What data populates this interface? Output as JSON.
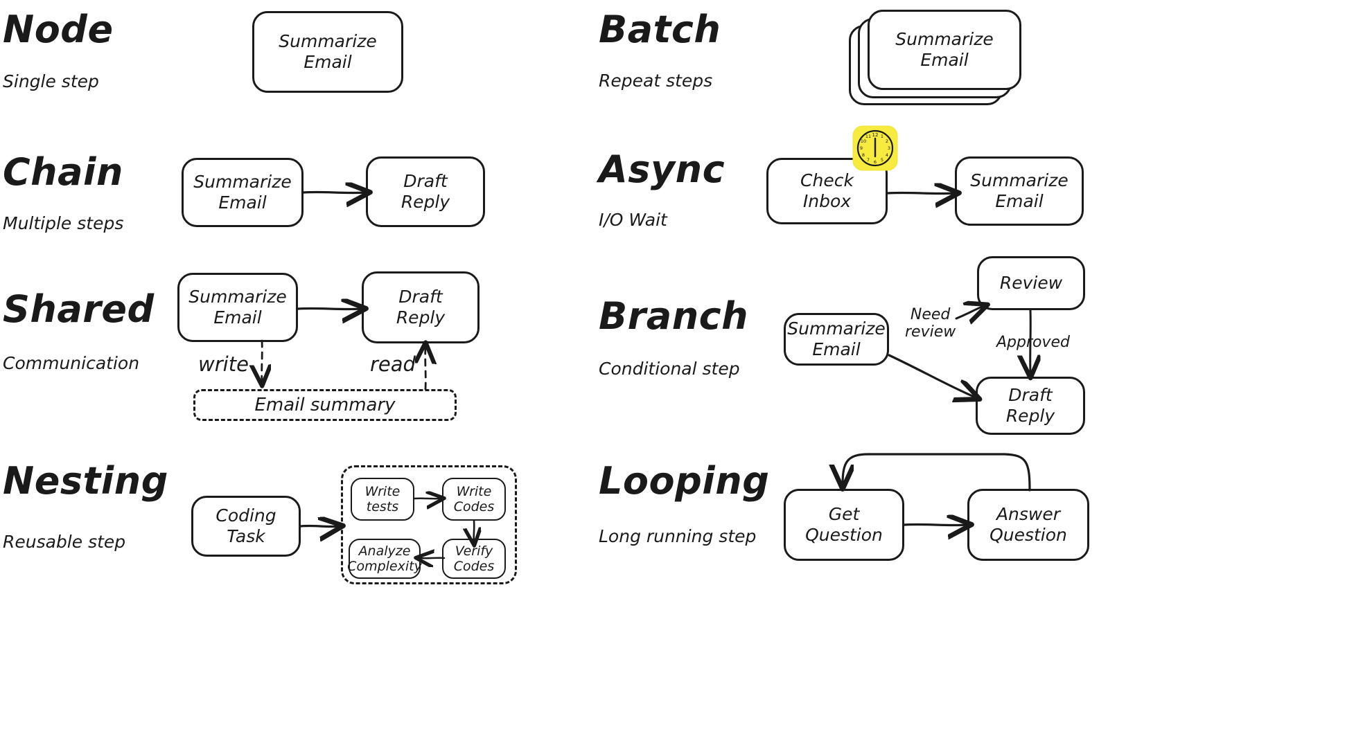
{
  "page": {
    "background": "#ffffff",
    "ink": "#1a1a1a",
    "accent_yellow": "#f7eb3f"
  },
  "sections": [
    {
      "id": "node",
      "title": "Node",
      "subtitle": "Single step",
      "nodes": [
        {
          "id": "summarize-email",
          "label": "Summarize\nEmail"
        }
      ],
      "edges": []
    },
    {
      "id": "batch",
      "title": "Batch",
      "subtitle": "Repeat steps",
      "nodes": [
        {
          "id": "summarize-email",
          "label": "Summarize\nEmail",
          "stacked": 3
        }
      ],
      "edges": []
    },
    {
      "id": "chain",
      "title": "Chain",
      "subtitle": "Multiple steps",
      "nodes": [
        {
          "id": "summarize-email",
          "label": "Summarize\nEmail"
        },
        {
          "id": "draft-reply",
          "label": "Draft\nReply"
        }
      ],
      "edges": [
        {
          "from": "summarize-email",
          "to": "draft-reply",
          "label": ""
        }
      ]
    },
    {
      "id": "async",
      "title": "Async",
      "subtitle": "I/O Wait",
      "nodes": [
        {
          "id": "check-inbox",
          "label": "Check\nInbox",
          "badge": "clock-icon"
        },
        {
          "id": "summarize-email",
          "label": "Summarize\nEmail"
        }
      ],
      "edges": [
        {
          "from": "check-inbox",
          "to": "summarize-email",
          "label": ""
        }
      ]
    },
    {
      "id": "shared",
      "title": "Shared",
      "subtitle": "Communication",
      "nodes": [
        {
          "id": "summarize-email",
          "label": "Summarize\nEmail"
        },
        {
          "id": "draft-reply",
          "label": "Draft\nReply"
        },
        {
          "id": "email-summary",
          "label": "Email summary",
          "style": "dashed-store"
        }
      ],
      "edges": [
        {
          "from": "summarize-email",
          "to": "draft-reply",
          "label": ""
        },
        {
          "from": "summarize-email",
          "to": "email-summary",
          "label": "write",
          "style": "dashed"
        },
        {
          "from": "email-summary",
          "to": "draft-reply",
          "label": "read",
          "style": "dashed"
        }
      ]
    },
    {
      "id": "branch",
      "title": "Branch",
      "subtitle": "Conditional step",
      "nodes": [
        {
          "id": "summarize-email",
          "label": "Summarize\nEmail"
        },
        {
          "id": "review",
          "label": "Review"
        },
        {
          "id": "draft-reply",
          "label": "Draft\nReply"
        }
      ],
      "edges": [
        {
          "from": "summarize-email",
          "to": "review",
          "label": "Need\nreview"
        },
        {
          "from": "review",
          "to": "draft-reply",
          "label": "Approved"
        },
        {
          "from": "summarize-email",
          "to": "draft-reply",
          "label": ""
        }
      ]
    },
    {
      "id": "nesting",
      "title": "Nesting",
      "subtitle": "Reusable step",
      "nodes": [
        {
          "id": "coding-task",
          "label": "Coding\nTask"
        },
        {
          "id": "write-tests",
          "label": "Write\ntests",
          "size": "small",
          "group": "subflow"
        },
        {
          "id": "write-codes",
          "label": "Write\nCodes",
          "size": "small",
          "group": "subflow"
        },
        {
          "id": "verify-codes",
          "label": "Verify\nCodes",
          "size": "small",
          "group": "subflow"
        },
        {
          "id": "analyze-complexity",
          "label": "Analyze\nComplexity",
          "size": "small",
          "group": "subflow"
        }
      ],
      "edges": [
        {
          "from": "coding-task",
          "to": "subflow",
          "label": ""
        },
        {
          "from": "write-tests",
          "to": "write-codes",
          "label": ""
        },
        {
          "from": "write-codes",
          "to": "verify-codes",
          "label": ""
        },
        {
          "from": "verify-codes",
          "to": "analyze-complexity",
          "label": ""
        }
      ]
    },
    {
      "id": "looping",
      "title": "Looping",
      "subtitle": "Long running step",
      "nodes": [
        {
          "id": "get-question",
          "label": "Get\nQuestion"
        },
        {
          "id": "answer-question",
          "label": "Answer\nQuestion"
        }
      ],
      "edges": [
        {
          "from": "get-question",
          "to": "answer-question",
          "label": ""
        },
        {
          "from": "answer-question",
          "to": "get-question",
          "label": "",
          "style": "loop-back"
        }
      ]
    }
  ],
  "labels": {
    "node_title": "Node",
    "node_sub": "Single step",
    "batch_title": "Batch",
    "batch_sub": "Repeat steps",
    "chain_title": "Chain",
    "chain_sub": "Multiple steps",
    "async_title": "Async",
    "async_sub": "I/O Wait",
    "shared_title": "Shared",
    "shared_sub": "Communication",
    "branch_title": "Branch",
    "branch_sub": "Conditional step",
    "nesting_title": "Nesting",
    "nesting_sub": "Reusable step",
    "looping_title": "Looping",
    "looping_sub": "Long running step",
    "summarize_email": "Summarize\nEmail",
    "draft_reply": "Draft\nReply",
    "check_inbox": "Check\nInbox",
    "email_summary": "Email summary",
    "write": "write",
    "read": "read",
    "review": "Review",
    "need_review": "Need\nreview",
    "approved": "Approved",
    "coding_task": "Coding\nTask",
    "write_tests": "Write\ntests",
    "write_codes": "Write\nCodes",
    "verify_codes": "Verify\nCodes",
    "analyze_complexity": "Analyze\nComplexity",
    "get_question": "Get\nQuestion",
    "answer_question": "Answer\nQuestion"
  },
  "clock": {
    "name": "clock-icon",
    "face_numbers": [
      "12",
      "1",
      "2",
      "3",
      "4",
      "5",
      "6",
      "7",
      "8",
      "9",
      "10",
      "11"
    ],
    "background": "#f7eb3f"
  }
}
